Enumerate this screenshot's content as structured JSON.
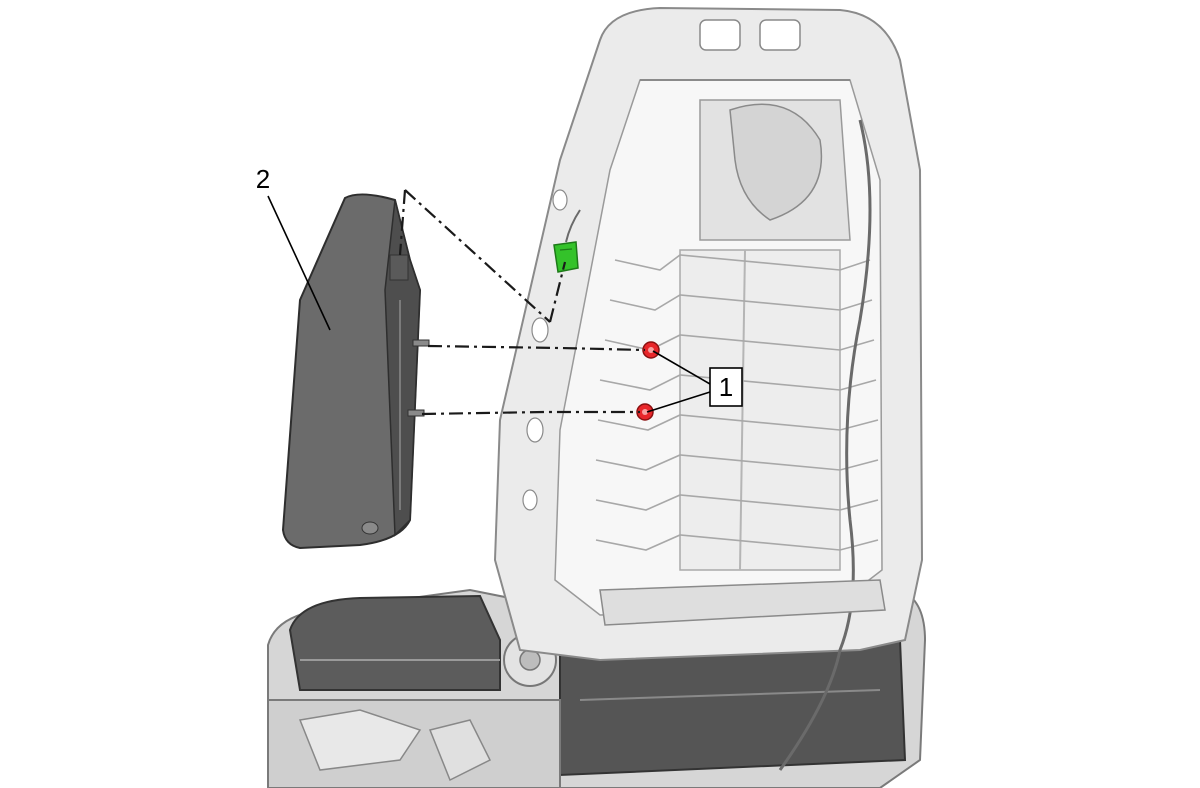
{
  "callouts": [
    {
      "id": "1",
      "label": "1"
    },
    {
      "id": "2",
      "label": "2"
    }
  ],
  "colors": {
    "bolt_highlight": "#e8262a",
    "connector_highlight": "#34c22a",
    "airbag_module": "#6b6b6b",
    "frame": "#ebebeb",
    "seat_cushion": "#5c5c5c"
  },
  "icons": [
    "seat-frame",
    "side-airbag-module",
    "fastener-nut",
    "electrical-connector"
  ]
}
